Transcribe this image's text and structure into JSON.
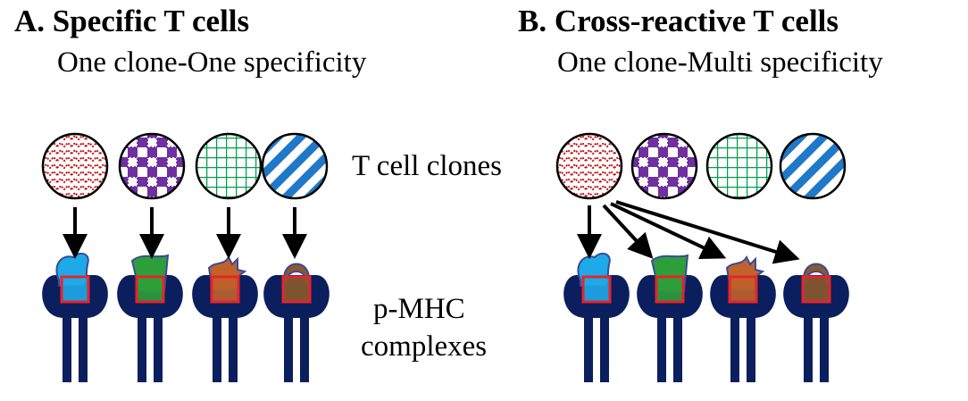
{
  "panel_a": {
    "title": "A.  Specific T cells",
    "subtitle": "One clone-One specificity"
  },
  "panel_b": {
    "title": "B.  Cross-reactive T cells",
    "subtitle": "One clone-Multi specificity"
  },
  "labels": {
    "t_cell_clones": "T cell clones",
    "pmhc_line1": "p-MHC",
    "pmhc_line2": "complexes"
  },
  "clone_patterns": [
    {
      "pattern": "zigzag",
      "color": "#c01515"
    },
    {
      "pattern": "checker",
      "color": "#7030a0"
    },
    {
      "pattern": "grid",
      "color": "#00a04a"
    },
    {
      "pattern": "diagonal-stripes",
      "color": "#1f78c8"
    }
  ],
  "peptide_colors": [
    "#1eaae8",
    "#2e9e3a",
    "#c0622a",
    "#8b5a2b"
  ],
  "colors": {
    "mhc": "#0b1e5e",
    "binding_box": "#e8232a",
    "arrow": "#000000"
  }
}
